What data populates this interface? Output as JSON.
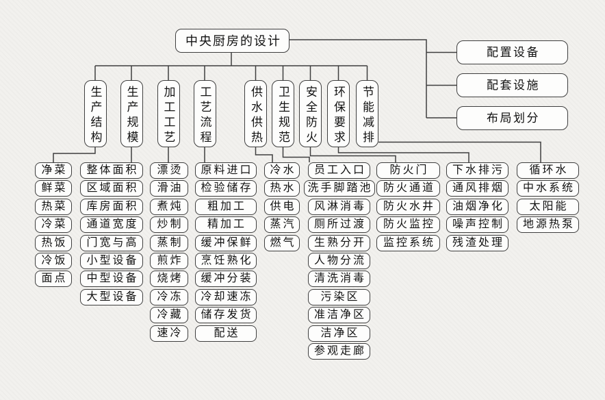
{
  "title": "中央厨房的设计",
  "right_branches": [
    "配置设备",
    "配套设施",
    "布局划分"
  ],
  "columns": [
    {
      "header": "生产结构",
      "items": [
        "净菜",
        "鲜菜",
        "热菜",
        "冷菜",
        "热饭",
        "冷饭",
        "面点"
      ]
    },
    {
      "header": "生产规模",
      "items": [
        "整体面积",
        "区域面积",
        "库房面积",
        "通道宽度",
        "门宽与高",
        "小型设备",
        "中型设备",
        "大型设备"
      ]
    },
    {
      "header": "加工工艺",
      "items": [
        "漂烫",
        "滑油",
        "煮炖",
        "炒制",
        "蒸制",
        "煎炸",
        "烧烤",
        "冷冻",
        "冷藏",
        "速冷"
      ]
    },
    {
      "header": "工艺流程",
      "items": [
        "原料进口",
        "检验储存",
        "粗加工",
        "精加工",
        "缓冲保鲜",
        "烹饪熟化",
        "缓冲分装",
        "冷却速冻",
        "储存发货",
        "配送"
      ]
    },
    {
      "header": "供水供热",
      "items": [
        "冷水",
        "热水",
        "供电",
        "蒸汽",
        "燃气"
      ]
    },
    {
      "header": "卫生规范",
      "items": [
        "员工入口",
        "洗手脚踏池",
        "风淋消毒",
        "厕所过渡",
        "生熟分开",
        "人物分流",
        "清洗消毒",
        "污染区",
        "准洁净区",
        "洁净区",
        "参观走廊"
      ]
    },
    {
      "header": "安全防火",
      "items": [
        "防火门",
        "防火通道",
        "防火水井",
        "防火监控",
        "监控系统"
      ]
    },
    {
      "header": "环保要求",
      "items": [
        "下水排污",
        "通风排烟",
        "油烟净化",
        "噪声控制",
        "残渣处理"
      ]
    },
    {
      "header": "节能减排",
      "items": [
        "循环水",
        "中水系统",
        "太阳能",
        "地源热泵"
      ]
    }
  ],
  "colors": {
    "background": "#f2f1ee",
    "box_fill": "#fdfdfc",
    "line": "#3e3e3e",
    "text": "#111111"
  }
}
